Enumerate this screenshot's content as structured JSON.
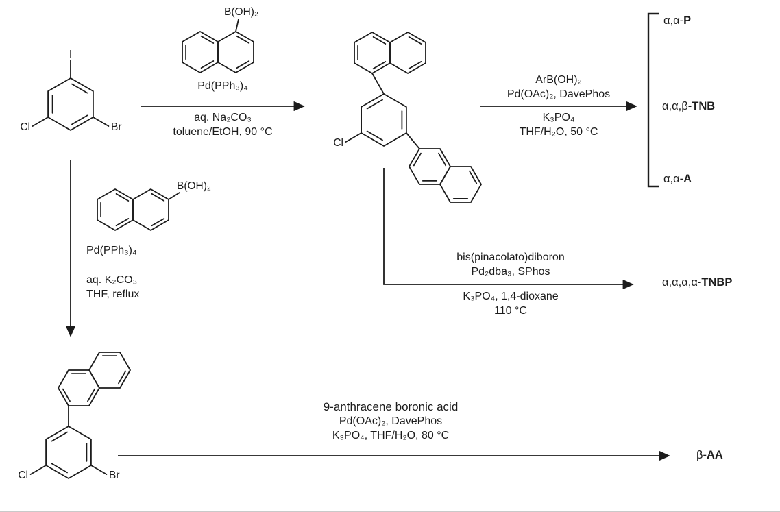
{
  "colors": {
    "ink": "#1c1c1c",
    "background": "#ffffff"
  },
  "atoms": {
    "start_i": "I",
    "start_cl": "Cl",
    "start_br": "Br",
    "boronic_top": "B(OH)₂",
    "intermediate_cl": "Cl",
    "boronic_left": "B(OH)₂",
    "product_cl": "Cl",
    "product_br": "Br"
  },
  "reaction1": {
    "above": "Pd(PPh₃)₄",
    "below_line1": "aq. Na₂CO₃",
    "below_line2": "toluene/EtOH, 90 °C"
  },
  "reaction2": {
    "above_line1": "ArB(OH)₂",
    "above_line2": "Pd(OAc)₂, DavePhos",
    "below_line1": "K₃PO₄",
    "below_line2": "THF/H₂O, 50 °C"
  },
  "reaction3": {
    "above_line1": "bis(pinacolato)diboron",
    "above_line2": "Pd₂dba₃, SPhos",
    "below_line1": "K₃PO₄, 1,4-dioxane",
    "below_line2": "110 °C"
  },
  "reaction4": {
    "line1": "Pd(PPh₃)₄",
    "line2": "aq. K₂CO₃",
    "line3": "THF, reflux"
  },
  "reaction5": {
    "line1": "9-anthracene boronic acid",
    "line2": "Pd(OAc)₂, DavePhos",
    "line3": "K₃PO₄, THF/H₂O, 80 °C"
  },
  "products": {
    "p1": {
      "prefix": "α,α-",
      "name": "P"
    },
    "p2": {
      "prefix": "α,α,β-",
      "name": "TNB"
    },
    "p3": {
      "prefix": "α,α-",
      "name": "A"
    },
    "p4": {
      "prefix": "α,α,α,α-",
      "name": "TNBP"
    },
    "p5": {
      "prefix": "β-",
      "name": "AA"
    }
  }
}
